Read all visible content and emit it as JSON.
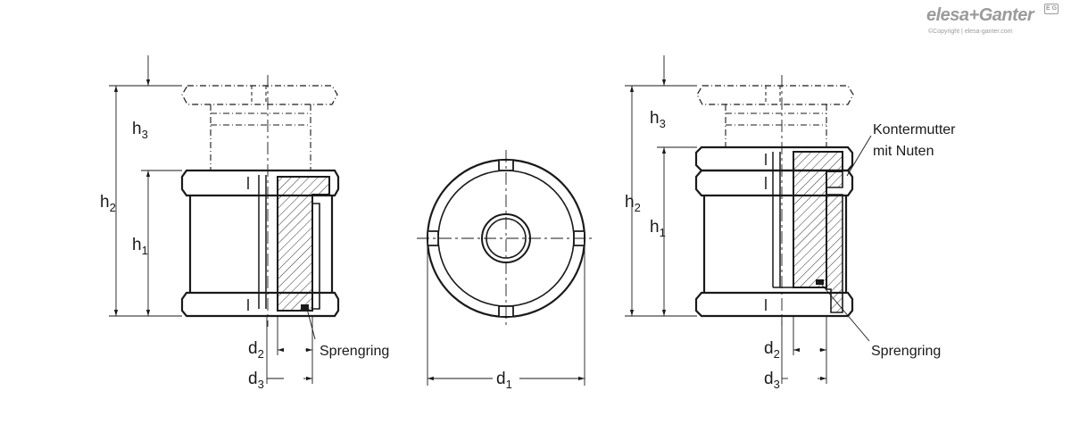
{
  "brand": {
    "logo": "elesa+Ganter",
    "copyright": "©Copyright | elesa-ganter.com",
    "badge": "E G"
  },
  "left_view": {
    "dims": {
      "h1": "h",
      "h1_sub": "1",
      "h2": "h",
      "h2_sub": "2",
      "h3": "h",
      "h3_sub": "3",
      "d2": "d",
      "d2_sub": "2",
      "d3": "d",
      "d3_sub": "3"
    },
    "callout": "Sprengring"
  },
  "front_view": {
    "dims": {
      "d1": "d",
      "d1_sub": "1"
    }
  },
  "right_view": {
    "dims": {
      "h1": "h",
      "h1_sub": "1",
      "h2": "h",
      "h2_sub": "2",
      "h3": "h",
      "h3_sub": "3",
      "d2": "d",
      "d2_sub": "2",
      "d3": "d",
      "d3_sub": "3"
    },
    "callout_top_line1": "Kontermutter",
    "callout_top_line2": "mit Nuten",
    "callout_bottom": "Sprengring"
  },
  "colors": {
    "line": "#1a1a1a",
    "logo": "#9b9b9b"
  }
}
